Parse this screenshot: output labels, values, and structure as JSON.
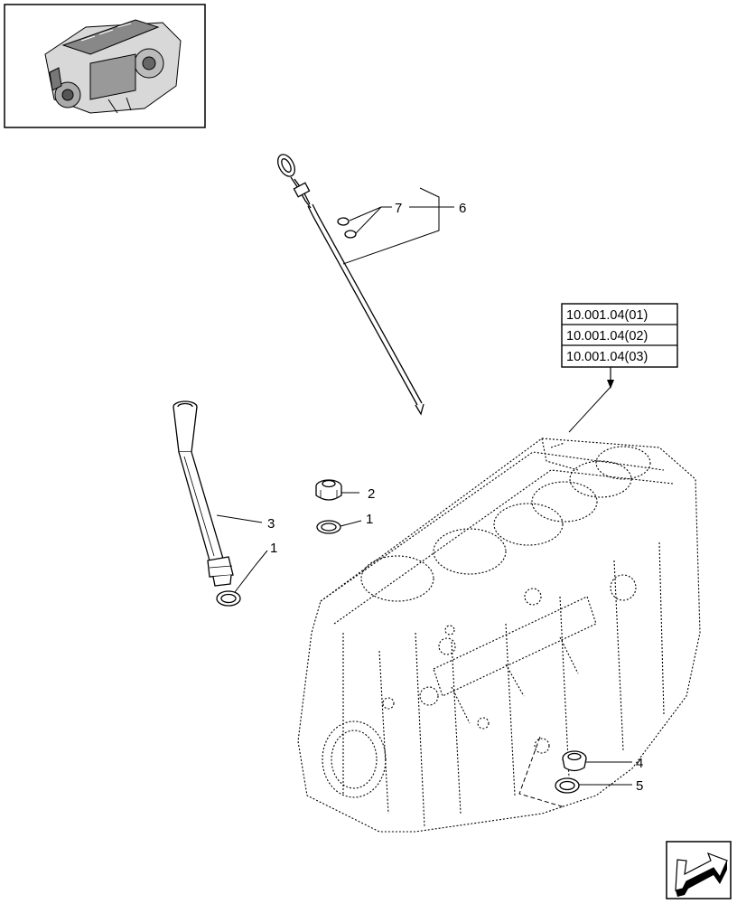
{
  "diagram": {
    "callouts": {
      "c1a": "1",
      "c1b": "1",
      "c2": "2",
      "c3": "3",
      "c4": "4",
      "c5": "5",
      "c6": "6",
      "c7": "7"
    },
    "references": [
      "10.001.04(01)",
      "10.001.04(02)",
      "10.001.04(03)"
    ],
    "thumbnail_icon": "engine-thumbnail",
    "nav_icon": "next-page-arrow-icon"
  }
}
